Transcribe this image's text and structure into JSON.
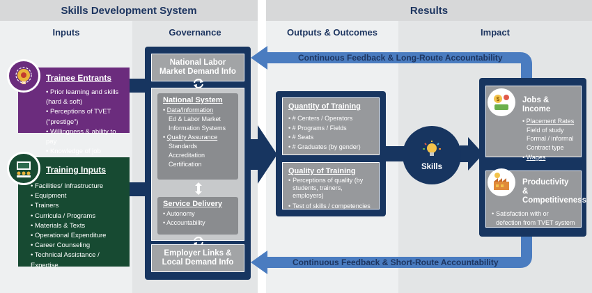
{
  "headers": {
    "left": "Skills Development System",
    "right": "Results"
  },
  "columns": {
    "inputs": "Inputs",
    "governance": "Governance",
    "outputs": "Outputs & Outcomes",
    "impact": "Impact"
  },
  "trainee": {
    "title": "Trainee Entrants",
    "items": [
      "Prior learning and skills (hard & soft)",
      "Perceptions of TVET (“prestige”)",
      "Willingness & ability to pay",
      "Knowledge of job market (or not)"
    ]
  },
  "training": {
    "title": "Training Inputs",
    "items": [
      "Facilities/ Infrastructure",
      "Equipment",
      "Trainers",
      "Curricula / Programs",
      "Materials & Texts",
      "Operational Expenditure",
      "Career Counseling",
      "Technical Assistance / Expertise"
    ]
  },
  "governance": {
    "labor_market": "National Labor Market Demand Info",
    "national_system": {
      "title": "National System",
      "data_info": "Data/Information",
      "data_lines": [
        "Ed & Labor Market",
        "Information Systems"
      ],
      "qa": "Quality Assurance",
      "qa_lines": [
        "Standards",
        "Accreditation",
        "Certification"
      ]
    },
    "service_delivery": {
      "title": "Service Delivery",
      "items": [
        "Autonomy",
        "Accountability"
      ]
    },
    "employer_links": "Employer Links & Local Demand Info"
  },
  "outputs": {
    "quantity": {
      "title": "Quantity of Training",
      "items": [
        "# Centers / Operators",
        "# Programs / Fields",
        "# Seats",
        "# Graduates (by gender)"
      ]
    },
    "quality": {
      "title": "Quality of Training",
      "items": [
        "Perceptions of quality (by students, trainers, employers)",
        "Test of skills / competencies"
      ]
    }
  },
  "skills": "Skills",
  "impact": {
    "jobs": {
      "title": "Jobs & Income",
      "placement": "Placement Rates",
      "placement_lines": [
        "Field of study",
        "Formal / informal",
        "Contract type"
      ],
      "wages": "Wages"
    },
    "productivity": {
      "title": "Productivity & Competitiveness",
      "items": [
        "Satisfaction with or defection from TVET system"
      ]
    }
  },
  "feedback": {
    "long": "Continuous Feedback & Long-Route Accountability",
    "short": "Continuous Feedback & Short-Route Accountability"
  },
  "colors": {
    "navy": "#173560",
    "blue_arrow": "#4a7cc0",
    "purple": "#6b2c7d",
    "green": "#174a32",
    "grey_box": "#97999c"
  },
  "icons": {
    "trainee": "head-gear-icon",
    "training": "classroom-icon",
    "skills": "lightbulb-icon",
    "jobs": "money-icon",
    "productivity": "factory-icon",
    "cycle": "refresh-icon",
    "updown": "up-down-arrow-icon"
  }
}
